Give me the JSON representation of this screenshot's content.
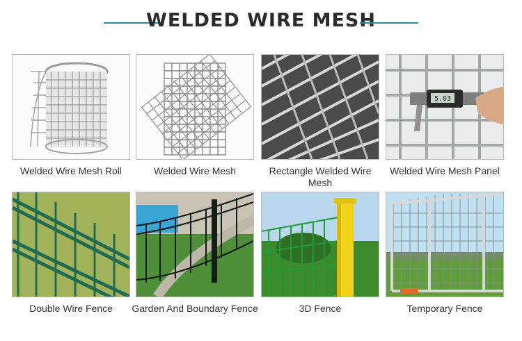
{
  "header": {
    "title": "WELDED WIRE MESH"
  },
  "products": [
    {
      "label": "Welded Wire Mesh Roll",
      "icon": "wire-mesh-roll-photo"
    },
    {
      "label": "Welded Wire Mesh",
      "icon": "wire-mesh-sheets-photo"
    },
    {
      "label": "Rectangle Welded Wire Mesh",
      "icon": "rectangle-mesh-photo"
    },
    {
      "label": "Welded Wire Mesh Panel",
      "icon": "mesh-panel-caliper-photo",
      "caliper_reading": "5.03"
    },
    {
      "label": "Double Wire Fence",
      "icon": "double-wire-fence-photo"
    },
    {
      "label": "Garden And Boundary Fence",
      "icon": "garden-fence-photo"
    },
    {
      "label": "3D Fence",
      "icon": "3d-fence-photo"
    },
    {
      "label": "Temporary Fence",
      "icon": "temporary-fence-photo"
    }
  ],
  "colors": {
    "accent_rule": "#2e8a93",
    "title": "#2b2b2b",
    "border": "#b9b9b9",
    "fence_green": "#1f6b52",
    "post_yellow": "#f2d31b"
  }
}
